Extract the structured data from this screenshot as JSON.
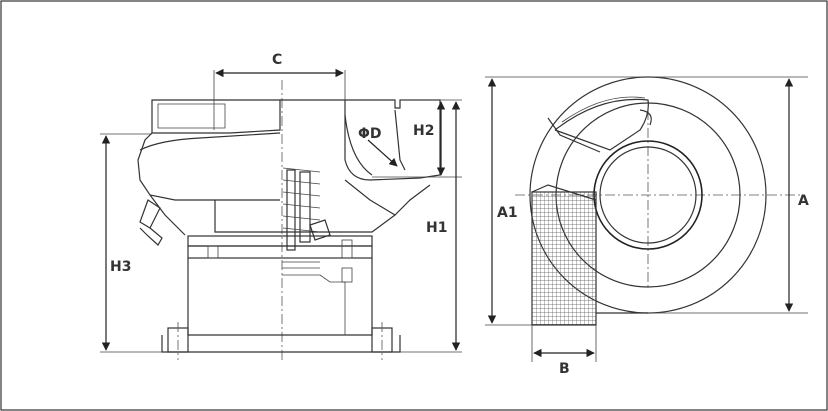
{
  "labels": {
    "c": "C",
    "phi_d": "ΦD",
    "h2": "H2",
    "h1": "H1",
    "h3": "H3",
    "a1": "A1",
    "a": "A",
    "b": "B"
  },
  "colors": {
    "line": "#333333",
    "background": "#ffffff",
    "hatch": "#555555"
  }
}
